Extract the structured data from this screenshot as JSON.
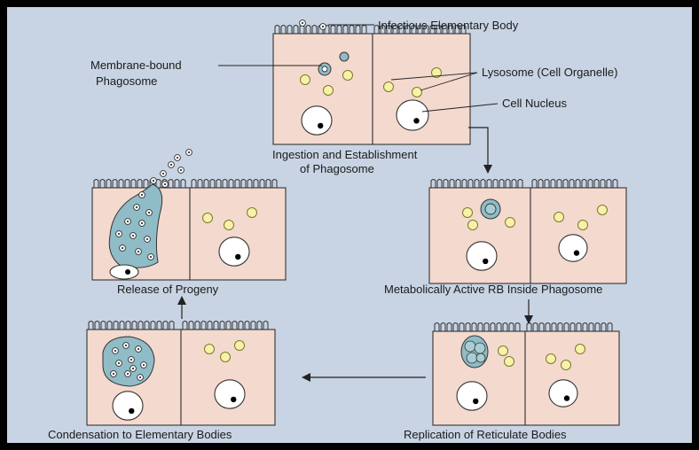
{
  "labels": {
    "infectious_eb": "Infectious Elementary Body",
    "membrane_phagosome_1": "Membrane-bound",
    "membrane_phagosome_2": "Phagosome",
    "lysosome": "Lysosome (Cell Organelle)",
    "nucleus": "Cell Nucleus",
    "stage1_line1": "Ingestion and Establishment",
    "stage1_line2": "of Phagosome",
    "stage2": "Metabolically Active RB Inside Phagosome",
    "stage3": "Replication of Reticulate Bodies",
    "stage4": "Condensation to Elementary Bodies",
    "stage5": "Release of Progeny"
  },
  "colors": {
    "background": "#c8d4e3",
    "cell": "#f4d9cf",
    "phagosome": "#8fbcc6",
    "lysosome": "#f7f2a8"
  }
}
